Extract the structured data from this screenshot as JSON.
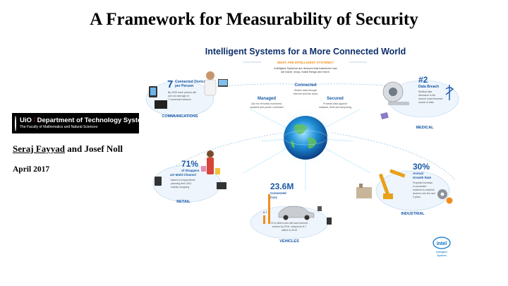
{
  "slide": {
    "title": "A Framework for Measurability of Security",
    "logo": {
      "line1_prefix": "UiO",
      "line1_sep": "∶",
      "line1_rest": "Department of Technology Systems",
      "line2": "The Faculty of Mathematics and Natural Sciences"
    },
    "author_primary": "Seraj Fayyad",
    "author_connector": " and ",
    "author_secondary": "Josef Noll",
    "date": "April 2017"
  },
  "infographic": {
    "heading": "Intelligent Systems for a More Connected World",
    "what_label": "WHAT ARE INTELLIGENT SYSTEMS?",
    "definition_lines": [
      "Intelligent Systems are devices that transform how",
      "we travel, shop, make things and more."
    ],
    "connected": {
      "label": "Connected",
      "lines": [
        "Shares data through",
        "internet and the cloud"
      ]
    },
    "managed": {
      "label": "Managed",
      "lines": [
        "Can be remotely monitored,",
        "updated and power controlled"
      ]
    },
    "secured": {
      "label": "Secured",
      "lines": [
        "Protects data against",
        "malware, theft and tampering"
      ]
    },
    "communications": {
      "big": "7",
      "heading_lines": [
        "Connected Devices",
        "per Person"
      ],
      "desc_lines": [
        "By 2020 each person will",
        "own an average of",
        "7 connected devices"
      ],
      "label": "COMMUNICATIONS"
    },
    "medical": {
      "big": "#2",
      "heading": "Data Breach",
      "desc_lines": [
        "Medical data",
        "disclosure is the",
        "second most breached",
        "source of data"
      ],
      "label": "MEDICAL"
    },
    "retail": {
      "big": "71%",
      "heading_lines": [
        "of Shoppers",
        "are Multi-Channel"
      ],
      "desc_lines": [
        "based on respondents",
        "planning their 2011",
        "holiday shopping"
      ],
      "label": "RETAIL"
    },
    "vehicles": {
      "big": "23.6M",
      "heading_lines": [
        "Connected",
        "Cars"
      ],
      "bar_value": "8.7",
      "desc_lines": [
        "23.6 million cars will have internet",
        "access by 2016, rising from 8.7",
        "million in 2012"
      ],
      "label": "VEHICLES"
    },
    "industrial": {
      "big": "30%",
      "heading_lines": [
        "Annual",
        "Growth Rate"
      ],
      "desc_lines": [
        "Projected increase",
        "in connected",
        "machine-to-machine",
        "devices over the next",
        "5 years"
      ],
      "label": "INDUSTRIAL"
    },
    "brand": {
      "name": "intel",
      "tag_lines": [
        "Intelligent",
        "Systems"
      ]
    },
    "colors": {
      "blue": "#1a5aa6",
      "dark_blue": "#0d2f6b",
      "intel": "#0071c5",
      "orange": "#f28c1c"
    }
  }
}
